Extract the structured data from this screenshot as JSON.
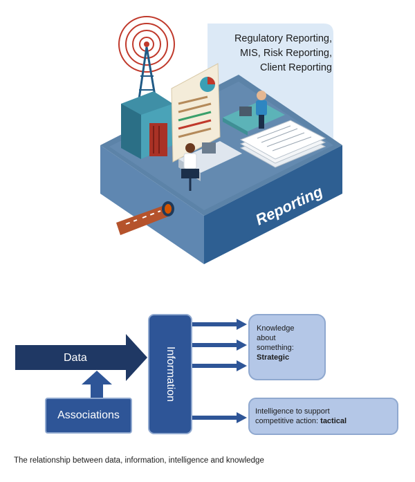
{
  "illustration": {
    "callout_lines": [
      "Regulatory Reporting,",
      "MIS, Risk Reporting,",
      "Client Reporting"
    ],
    "platform_label": "Reporting"
  },
  "diagram": {
    "data_label": "Data",
    "associations_label": "Associations",
    "information_label": "Information",
    "knowledge_box": {
      "lines": [
        "Knowledge",
        "about",
        "something:"
      ],
      "emphasis": "Strategic"
    },
    "intelligence_box": {
      "line1": "Intelligence to support",
      "line2_prefix": "competitive action: ",
      "emphasis": "tactical"
    },
    "colors": {
      "dark_navy": "#1f3864",
      "mid_blue": "#2e5597",
      "light_box": "#b4c7e7"
    }
  },
  "caption": "The relationship between data, information, intelligence and knowledge"
}
